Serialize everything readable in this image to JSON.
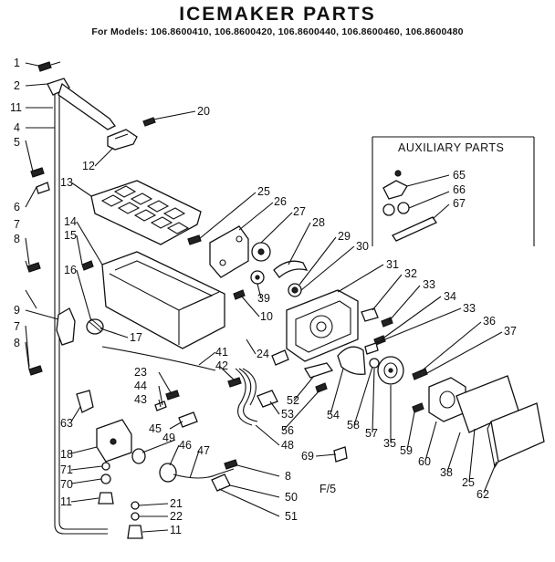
{
  "header": {
    "title": "ICEMAKER PARTS",
    "models": "For Models: 106.8600410, 106.8600420, 106.8600440, 106.8600460, 106.8600480"
  },
  "auxiliary": {
    "title": "AUXILIARY PARTS"
  },
  "figure_note": "F/5",
  "callouts": [
    "1",
    "2",
    "11",
    "4",
    "5",
    "6",
    "7",
    "8",
    "9",
    "7",
    "8",
    "63",
    "18",
    "71",
    "70",
    "11",
    "13",
    "12",
    "20",
    "14",
    "15",
    "16",
    "17",
    "25",
    "26",
    "27",
    "28",
    "29",
    "30",
    "31",
    "32",
    "33",
    "34",
    "33",
    "36",
    "37",
    "39",
    "10",
    "24",
    "41",
    "42",
    "23",
    "44",
    "43",
    "45",
    "49",
    "46",
    "47",
    "48",
    "53",
    "52",
    "56",
    "69",
    "8",
    "50",
    "51",
    "21",
    "22",
    "11",
    "54",
    "58",
    "57",
    "35",
    "59",
    "60",
    "38",
    "25",
    "62",
    "65",
    "66",
    "67"
  ]
}
